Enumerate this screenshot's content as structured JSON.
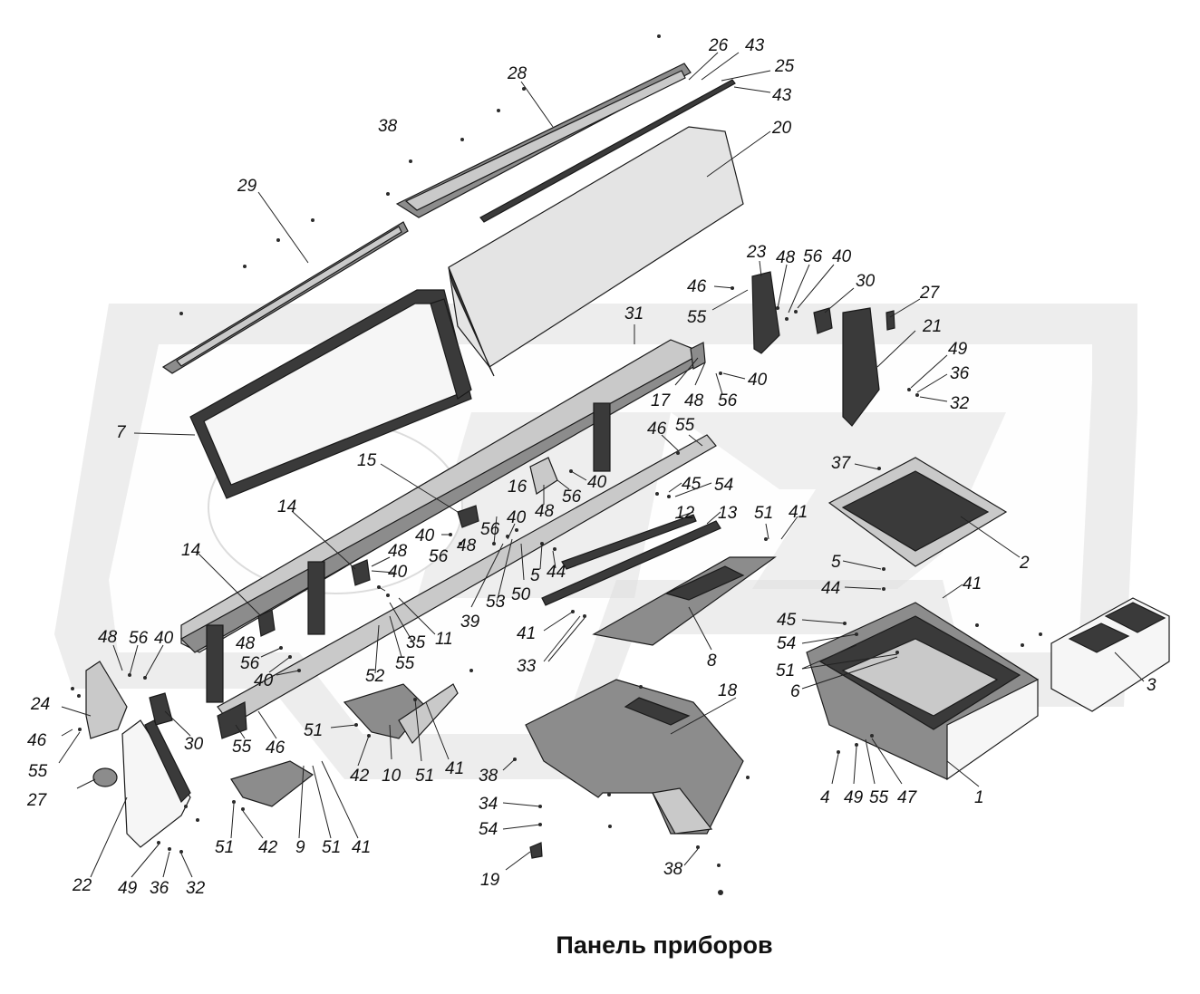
{
  "caption": "Панель приборов",
  "labels": {
    "l26": "26",
    "l43a": "43",
    "l25": "25",
    "l43b": "43",
    "l28": "28",
    "l38a": "38",
    "l20": "20",
    "l29": "29",
    "l23": "23",
    "l48a": "48",
    "l56a": "56",
    "l40a": "40",
    "l46a": "46",
    "l30a": "30",
    "l27a": "27",
    "l55a": "55",
    "l31": "31",
    "l21": "21",
    "l49a": "49",
    "l40b": "40",
    "l36a": "36",
    "l17": "17",
    "l48b": "48",
    "l56b": "56",
    "l32a": "32",
    "l7": "7",
    "l46b": "46",
    "l55b": "55",
    "l37": "37",
    "l15": "15",
    "l40c": "40",
    "l16": "16",
    "l56c": "56",
    "l45a": "45",
    "l54a": "54",
    "l48c": "48",
    "l14a": "14",
    "l40d": "40",
    "l56d": "56",
    "l40e": "40",
    "l48d": "48",
    "l12": "12",
    "l13": "13",
    "l51a": "51",
    "l41a": "41",
    "l14b": "14",
    "l48e": "48",
    "l56e": "56",
    "l5a": "5",
    "l44a": "44",
    "l2": "2",
    "l5b": "5",
    "l44b": "44",
    "l41b": "41",
    "l40f": "40",
    "l53": "53",
    "l50": "50",
    "l39": "39",
    "l48f": "48",
    "l56f": "56",
    "l40g": "40",
    "l35": "35",
    "l11": "11",
    "l41c": "41",
    "l45b": "45",
    "l54b": "54",
    "l52": "52",
    "l55c": "55",
    "l33": "33",
    "l8": "8",
    "l48g": "48",
    "l56g": "56",
    "l40h": "40",
    "l51b": "51",
    "l6": "6",
    "l3": "3",
    "l24": "24",
    "l18": "18",
    "l30b": "30",
    "l46c": "46",
    "l55d": "55",
    "l46d": "46",
    "l51c": "51",
    "l10": "10",
    "l51d": "51",
    "l41d": "41",
    "l42a": "42",
    "l55e": "55",
    "l38b": "38",
    "l4": "4",
    "l49b": "49",
    "l55f": "55",
    "l47": "47",
    "l1": "1",
    "l27b": "27",
    "l34": "34",
    "l54c": "54",
    "l51e": "51",
    "l42b": "42",
    "l9": "9",
    "l51f": "51",
    "l41e": "41",
    "l22": "22",
    "l49c": "49",
    "l36b": "36",
    "l32b": "32",
    "l19": "19",
    "l38c": "38"
  }
}
